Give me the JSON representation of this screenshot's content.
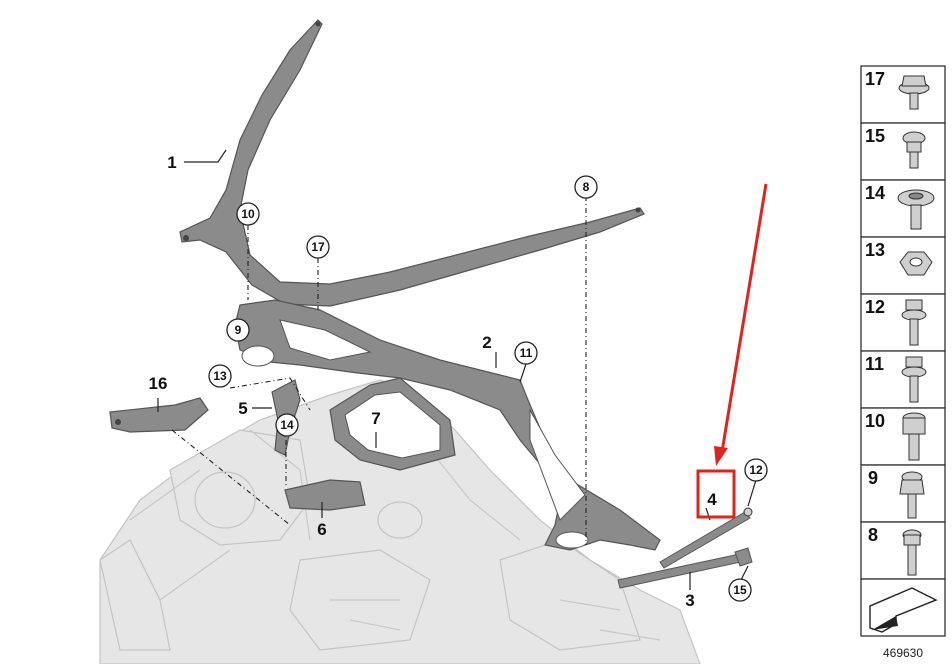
{
  "diagram_number": "469630",
  "callouts": {
    "c1": "1",
    "c2": "2",
    "c3": "3",
    "c4": "4",
    "c5": "5",
    "c6": "6",
    "c7": "7",
    "c8": "8",
    "c9": "9",
    "c10": "10",
    "c11": "11",
    "c12": "12",
    "c13": "13",
    "c14": "14",
    "c15": "15",
    "c16": "16",
    "c17": "17"
  },
  "parts_panel": [
    "17",
    "15",
    "14",
    "13",
    "12",
    "11",
    "10",
    "9",
    "8"
  ],
  "highlight": {
    "color": "#e2231a",
    "target_label": "4"
  }
}
